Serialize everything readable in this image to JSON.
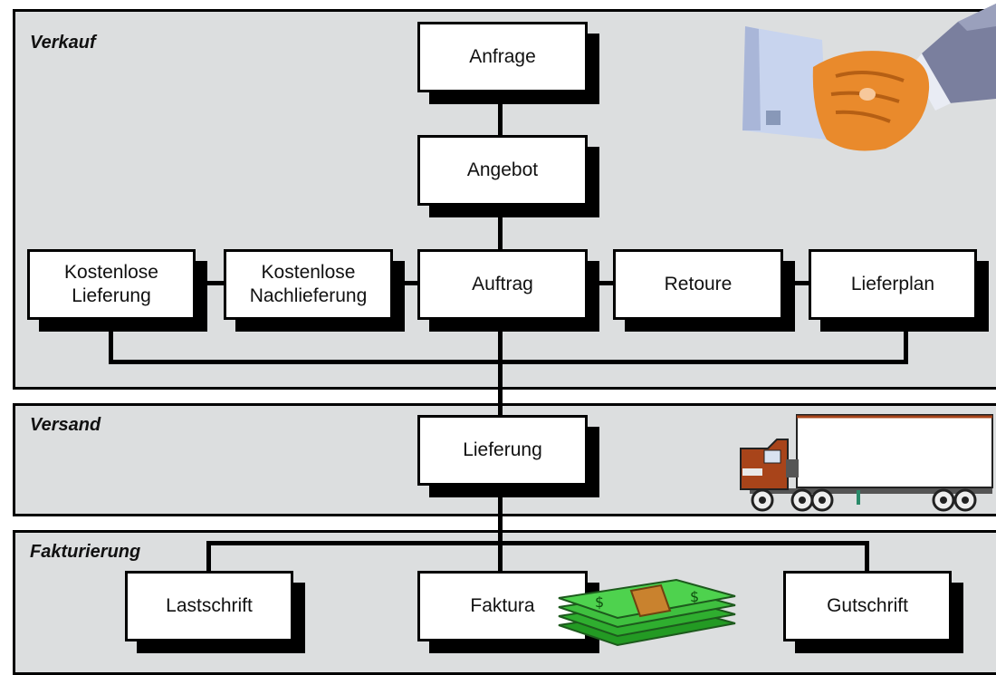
{
  "sections": {
    "verkauf": "Verkauf",
    "versand": "Versand",
    "fakturierung": "Fakturierung"
  },
  "nodes": {
    "anfrage": "Anfrage",
    "angebot": "Angebot",
    "kostenlose_lieferung": [
      "Kostenlose",
      "Lieferung"
    ],
    "kostenlose_nachlieferung": [
      "Kostenlose",
      "Nachlieferung"
    ],
    "auftrag": "Auftrag",
    "retoure": "Retoure",
    "lieferplan": "Lieferplan",
    "lieferung": "Lieferung",
    "lastschrift": "Lastschrift",
    "faktura": "Faktura",
    "gutschrift": "Gutschrift"
  },
  "illustrations": [
    "handshake-icon",
    "truck-icon",
    "money-stack-icon"
  ],
  "colors": {
    "band": "#dcdedf",
    "box": "#ffffff",
    "border": "#000000",
    "truck_cab": "#a8441a",
    "money": "#2fae2f",
    "hand": "#e98a2c",
    "sleeve": "#7a7f9e",
    "cuff": "#c8d4ee"
  }
}
